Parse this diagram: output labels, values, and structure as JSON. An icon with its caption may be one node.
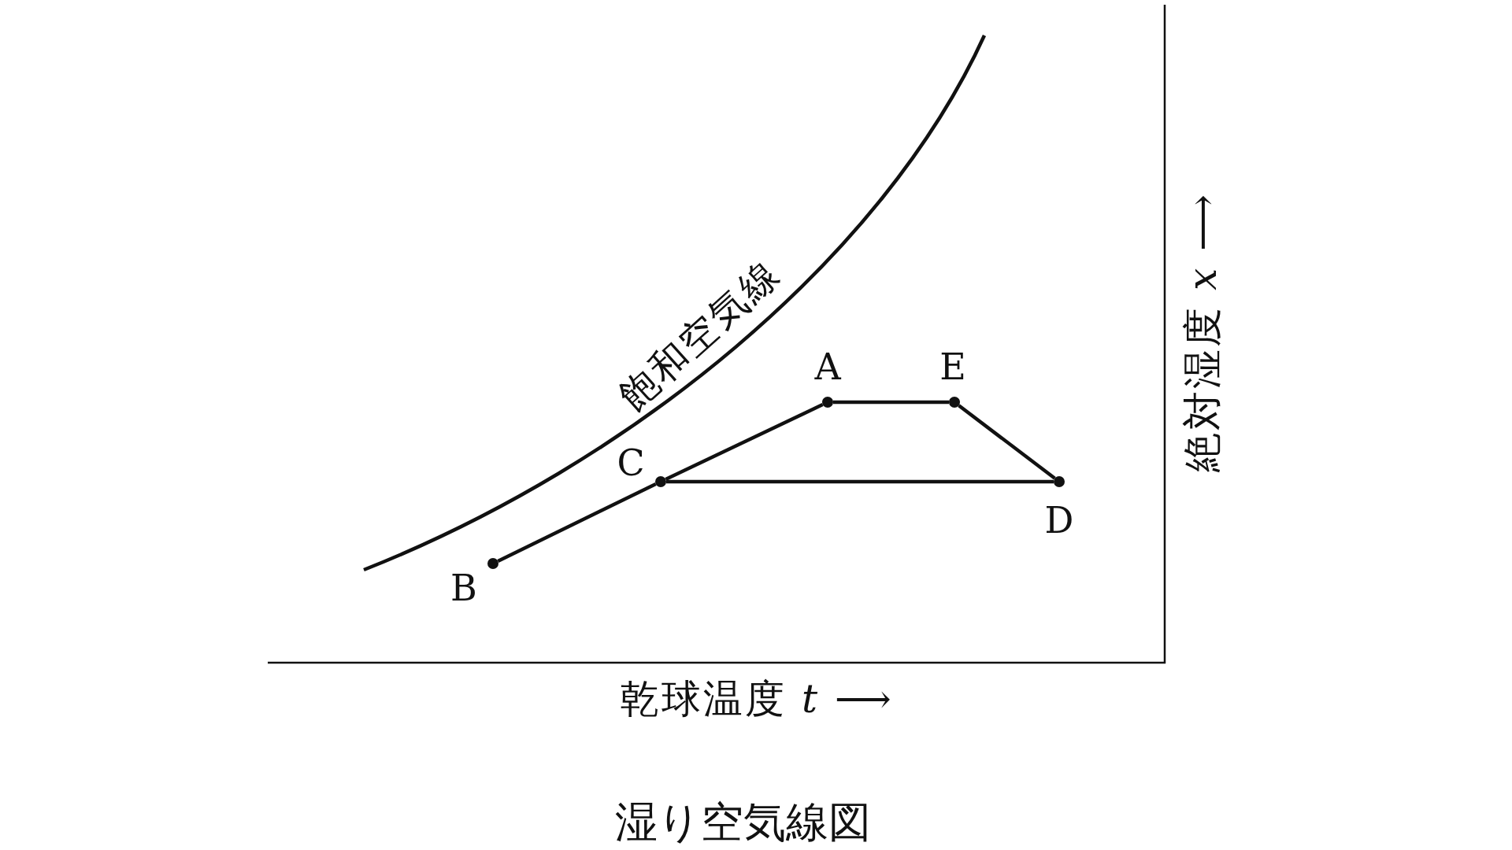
{
  "diagram": {
    "caption": "湿り空気線図",
    "nodes": [
      {
        "text": [
          "A"
        ]
      },
      {
        "text": [
          "E"
        ]
      },
      {
        "text": [
          "C"
        ]
      },
      {
        "text": [
          "D"
        ]
      },
      {
        "text": [
          "B"
        ]
      }
    ],
    "edges": [
      {
        "from": 4,
        "to": 2,
        "arrow": "none"
      },
      {
        "from": 2,
        "to": 0,
        "arrow": "none"
      },
      {
        "from": 0,
        "to": 1,
        "arrow": "none"
      },
      {
        "from": 1,
        "to": 3,
        "arrow": "none"
      },
      {
        "from": 3,
        "to": 2,
        "arrow": "none"
      }
    ],
    "labels": [
      "飽和空気線",
      "乾球温度 *t* ⟶",
      "絶対湿度 *x* ⟶"
    ]
  }
}
